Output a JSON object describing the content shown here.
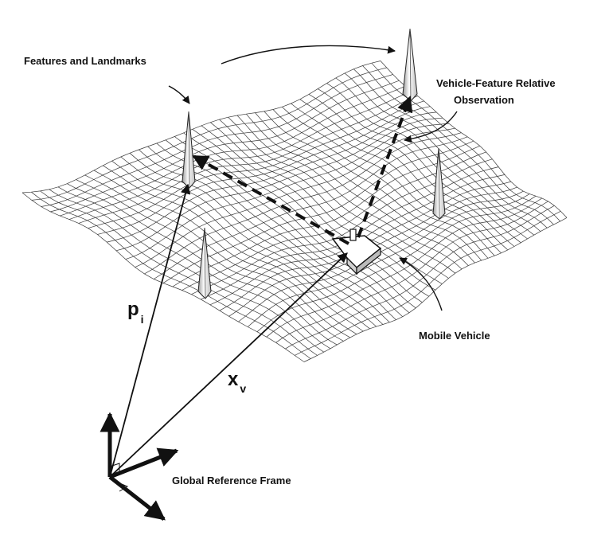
{
  "labels": {
    "features": "Features and Landmarks",
    "observation_line1": "Vehicle-Feature Relative",
    "observation_line2": "Observation",
    "mobile_vehicle": "Mobile Vehicle",
    "global_frame": "Global Reference Frame",
    "p_main": "p",
    "p_sub": "i",
    "x_main": "x",
    "x_sub": "v"
  },
  "colors": {
    "ink": "#111111",
    "mesh": "#3a3a3a",
    "background": "#ffffff"
  }
}
